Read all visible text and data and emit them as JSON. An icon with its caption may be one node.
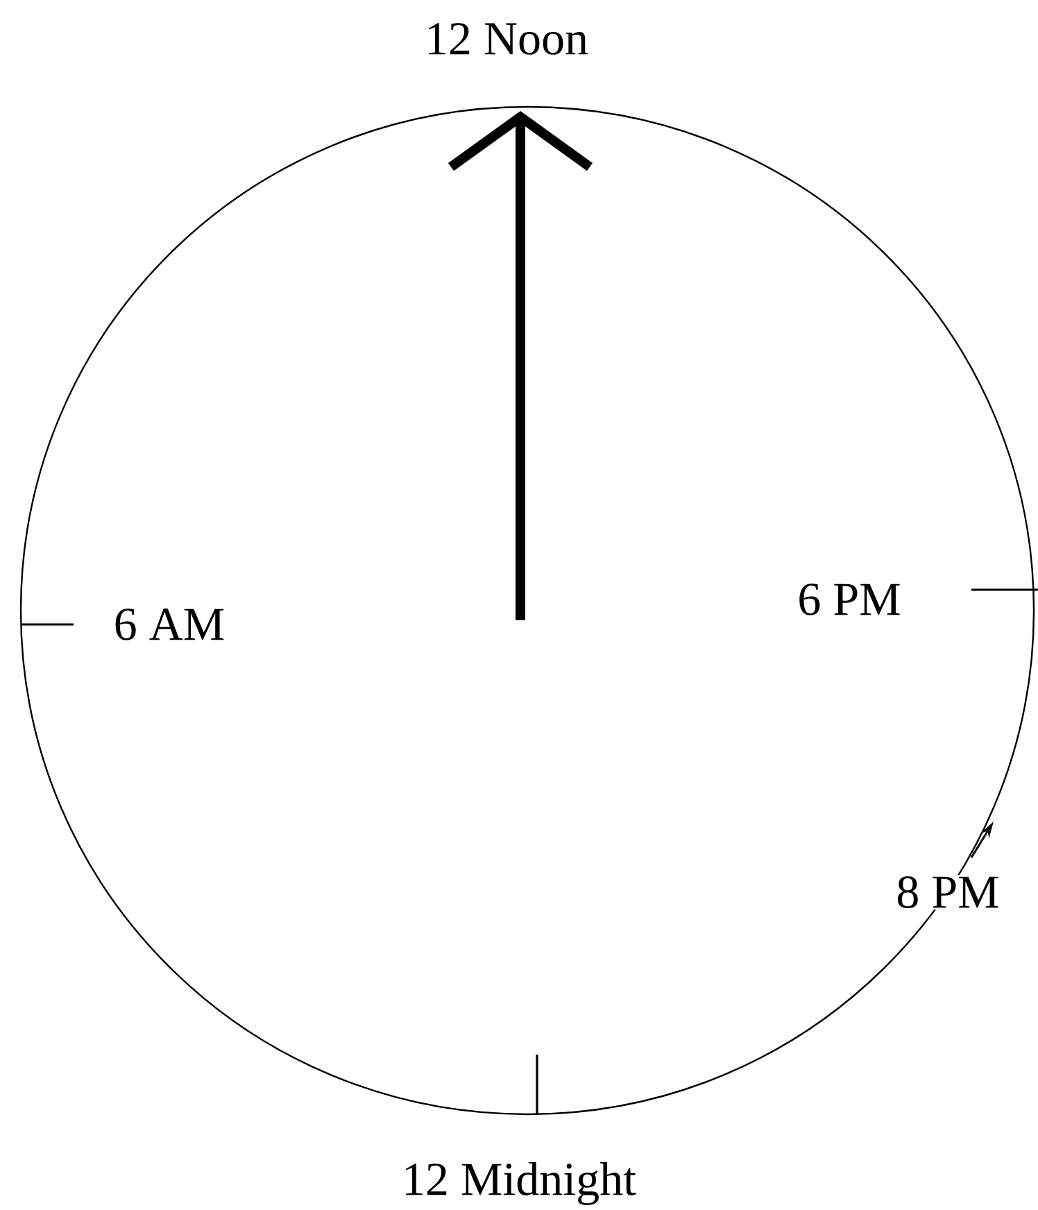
{
  "diagram": {
    "labels": [
      "12 Noon",
      "6 AM",
      "6 PM",
      "8 PM",
      "12 Midnight"
    ]
  }
}
